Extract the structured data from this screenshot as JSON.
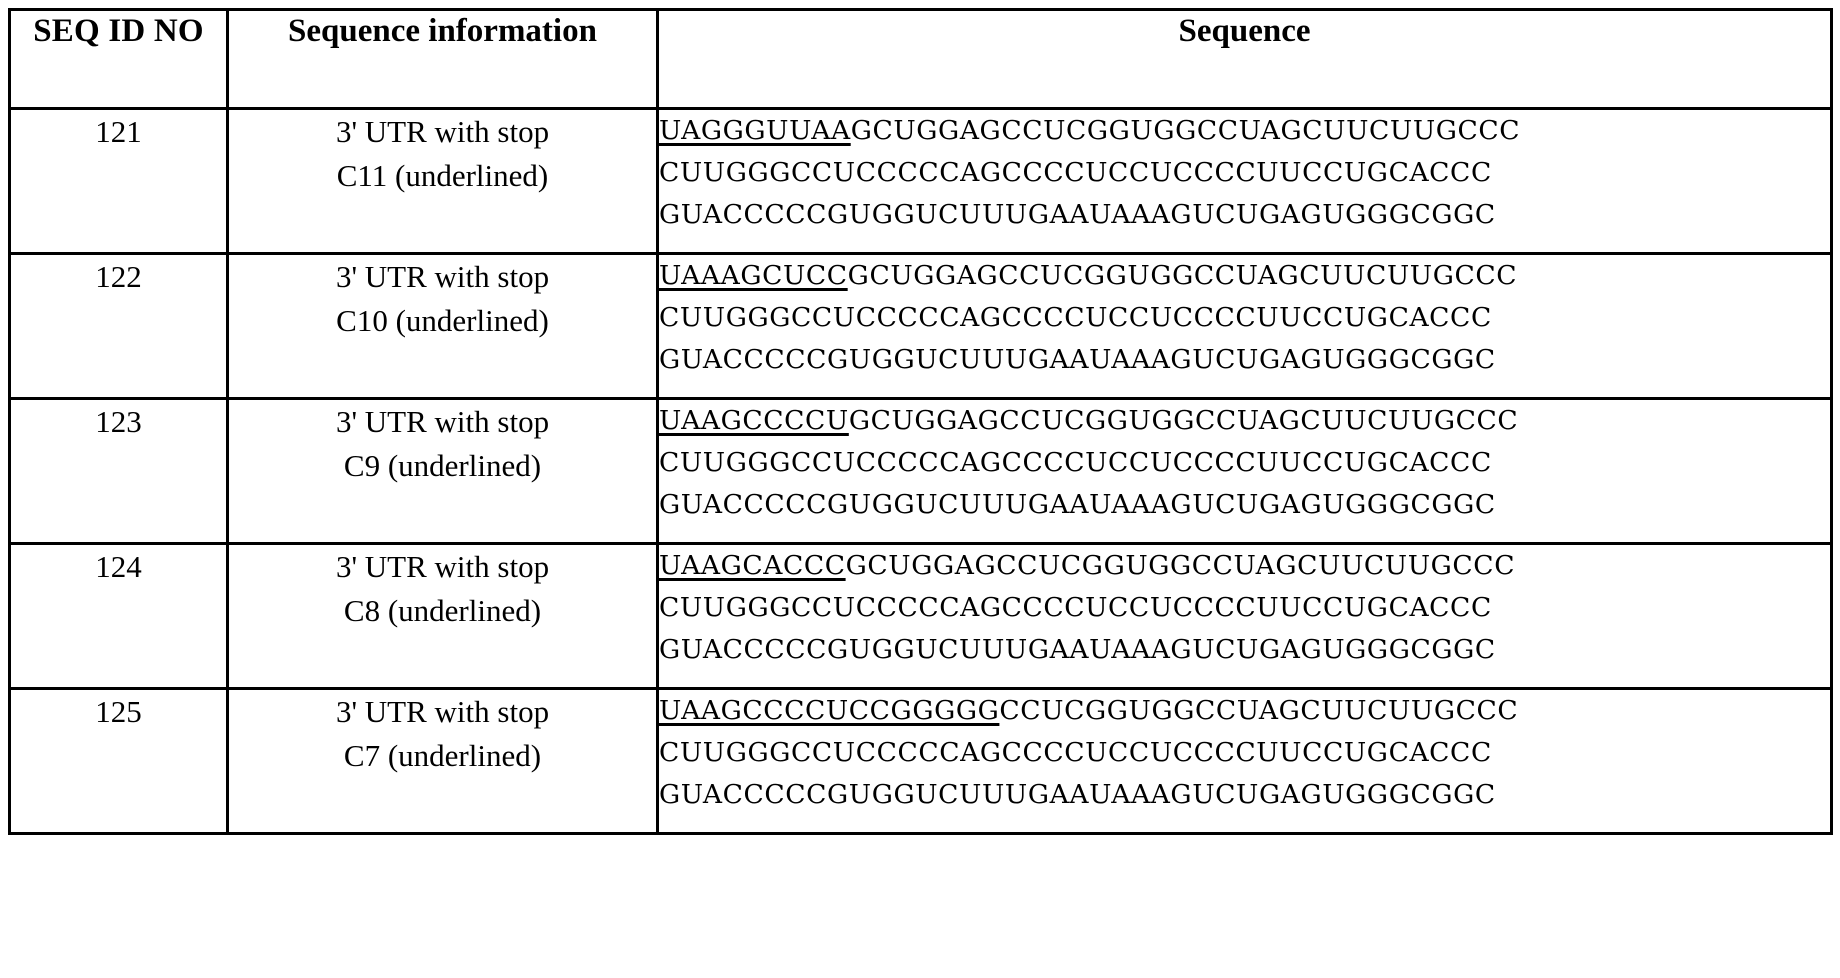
{
  "table": {
    "headers": {
      "seq_id_no": "SEQ ID NO",
      "sequence_information": "Sequence information",
      "sequence": "Sequence"
    },
    "rows": [
      {
        "seq_id_no": "121",
        "info_line1": "3' UTR with stop",
        "info_line2": "C11 (underlined)",
        "seq_underlined": "UAGGGUUAA",
        "seq_line1_rest": "GCUGGAGCCUCGGUGGCCUAGCUUCUUGCCC",
        "seq_line2": "CUUGGGCCUCCCCCAGCCCCUCCUCCCCUUCCUGCACCC",
        "seq_line3": "GUACCCCCGUGGUCUUUGAAUAAAGUCUGAGUGGGCGGC"
      },
      {
        "seq_id_no": "122",
        "info_line1": "3' UTR with stop",
        "info_line2": "C10 (underlined)",
        "seq_underlined": "UAAAGCUCC",
        "seq_line1_rest": "GCUGGAGCCUCGGUGGCCUAGCUUCUUGCCC",
        "seq_line2": "CUUGGGCCUCCCCCAGCCCCUCCUCCCCUUCCUGCACCC",
        "seq_line3": "GUACCCCCGUGGUCUUUGAAUAAAGUCUGAGUGGGCGGC"
      },
      {
        "seq_id_no": "123",
        "info_line1": "3' UTR with stop",
        "info_line2": "C9 (underlined)",
        "seq_underlined": "UAAGCCCCU",
        "seq_line1_rest": "GCUGGAGCCUCGGUGGCCUAGCUUCUUGCCC",
        "seq_line2": "CUUGGGCCUCCCCCAGCCCCUCCUCCCCUUCCUGCACCC",
        "seq_line3": "GUACCCCCGUGGUCUUUGAAUAAAGUCUGAGUGGGCGGC"
      },
      {
        "seq_id_no": "124",
        "info_line1": "3' UTR with stop",
        "info_line2": "C8 (underlined)",
        "seq_underlined": "UAAGCACCC",
        "seq_line1_rest": "GCUGGAGCCUCGGUGGCCUAGCUUCUUGCCC",
        "seq_line2": "CUUGGGCCUCCCCCAGCCCCUCCUCCCCUUCCUGCACCC",
        "seq_line3": "GUACCCCCGUGGUCUUUGAAUAAAGUCUGAGUGGGCGGC"
      },
      {
        "seq_id_no": "125",
        "info_line1": "3' UTR with stop",
        "info_line2": "C7 (underlined)",
        "seq_underlined": "UAAGCCCCUCCGGGGG",
        "seq_line1_rest": "CCUCGGUGGCCUAGCUUCUUGCCC",
        "seq_line2": "CUUGGGCCUCCCCCAGCCCCUCCUCCCCUUCCUGCACCC",
        "seq_line3": "GUACCCCCGUGGUCUUUGAAUAAAGUCUGAGUGGGCGGC"
      }
    ]
  }
}
